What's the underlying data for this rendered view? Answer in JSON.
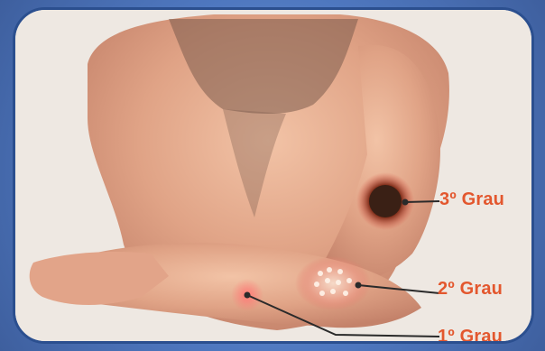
{
  "image": {
    "description_labels": [
      {
        "text": "3º Grau",
        "color": "#e3572e"
      },
      {
        "text": "2º Grau",
        "color": "#e3572e"
      },
      {
        "text": "1º Grau",
        "color": "#e3572e"
      }
    ]
  },
  "colors": {
    "frame_border": "#2b4f8f",
    "label_red": "#e3572e",
    "background_blue": "#4f78c0"
  }
}
